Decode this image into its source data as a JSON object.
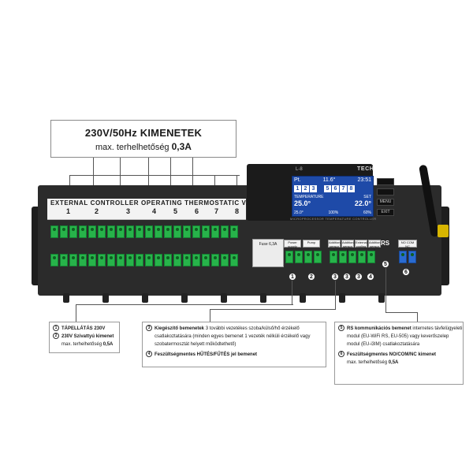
{
  "top_callout": {
    "title": "230V/50Hz KIMENETEK",
    "subtitle_prefix": "max. terhelhetőség",
    "subtitle_value": "0,3A"
  },
  "strip": {
    "title": "EXTERNAL CONTROLLER OPERATING THERMOSTATIC VALVES",
    "zones": [
      "1",
      "2",
      "3",
      "4",
      "5",
      "6",
      "7",
      "8"
    ]
  },
  "device": {
    "brand": "TECH",
    "model": "L-8",
    "subtitle": "MICROPROCESSOR TEMPERATURE CONTROLLER",
    "fuse_label": "Fuse 6,3A",
    "rs_label": "RS",
    "power_label": "Power supply",
    "pump_label": "Pump",
    "nc_label": "NO COM NC",
    "sensor_labels": [
      "Additional sensor 1",
      "Additional sensor 2",
      "External cooling",
      "Additional sensor 3"
    ],
    "buttons": [
      "",
      "",
      "MENU",
      "EXIT"
    ],
    "badges": [
      "1",
      "2",
      "3",
      "3",
      "3",
      "4",
      "5",
      "6"
    ]
  },
  "lcd": {
    "day": "Pt.",
    "outdoor": "11.6°",
    "clock": "23:51",
    "days": [
      "1",
      "2",
      "3",
      "5",
      "6",
      "7",
      "8"
    ],
    "label_temp": "TEMPERATURE",
    "label_set": "SET",
    "temp": "25.0°",
    "set": "22.0°",
    "floor": "25.0°",
    "pct1": "100%",
    "pct2": "60%"
  },
  "callouts": {
    "left": {
      "n1": "1",
      "l1": "TÁPELLÁTÁS 230V",
      "n2": "2",
      "l2": "230V Szivattyú kimenet",
      "l3_prefix": "max. terhelhetőség",
      "l3_value": "0,5A"
    },
    "middle": {
      "n1": "3",
      "l1_bold": "Kiegészítő bemenetek",
      "l1_rest": " 3 további vezetékes szoba/külső/hő érzékelő",
      "l2": "csatlakoztatására (minden egyes bemenet 1 vezeték nélküli érzékelő vagy",
      "l3": "szobatermosztát helyett működtethető)",
      "n2": "4",
      "l4": "Feszültségmentes HŰTÉS/FŰTÉS jel bemenet"
    },
    "right": {
      "n1": "5",
      "l1_bold": "RS kommunikációs bemenet",
      "l1_rest": "  internetes távfelügyeleti",
      "l2": "modul (EU-WiFi RS, EU-505) vagy keverőszelep",
      "l3": "modul (EU-i3IM) csatlakoztatására",
      "n2": "6",
      "l4": "Feszültségmentes NO/COM/NC kimenet",
      "l5_prefix": "max. terhelhetőség",
      "l5_value": "0,5A"
    }
  }
}
